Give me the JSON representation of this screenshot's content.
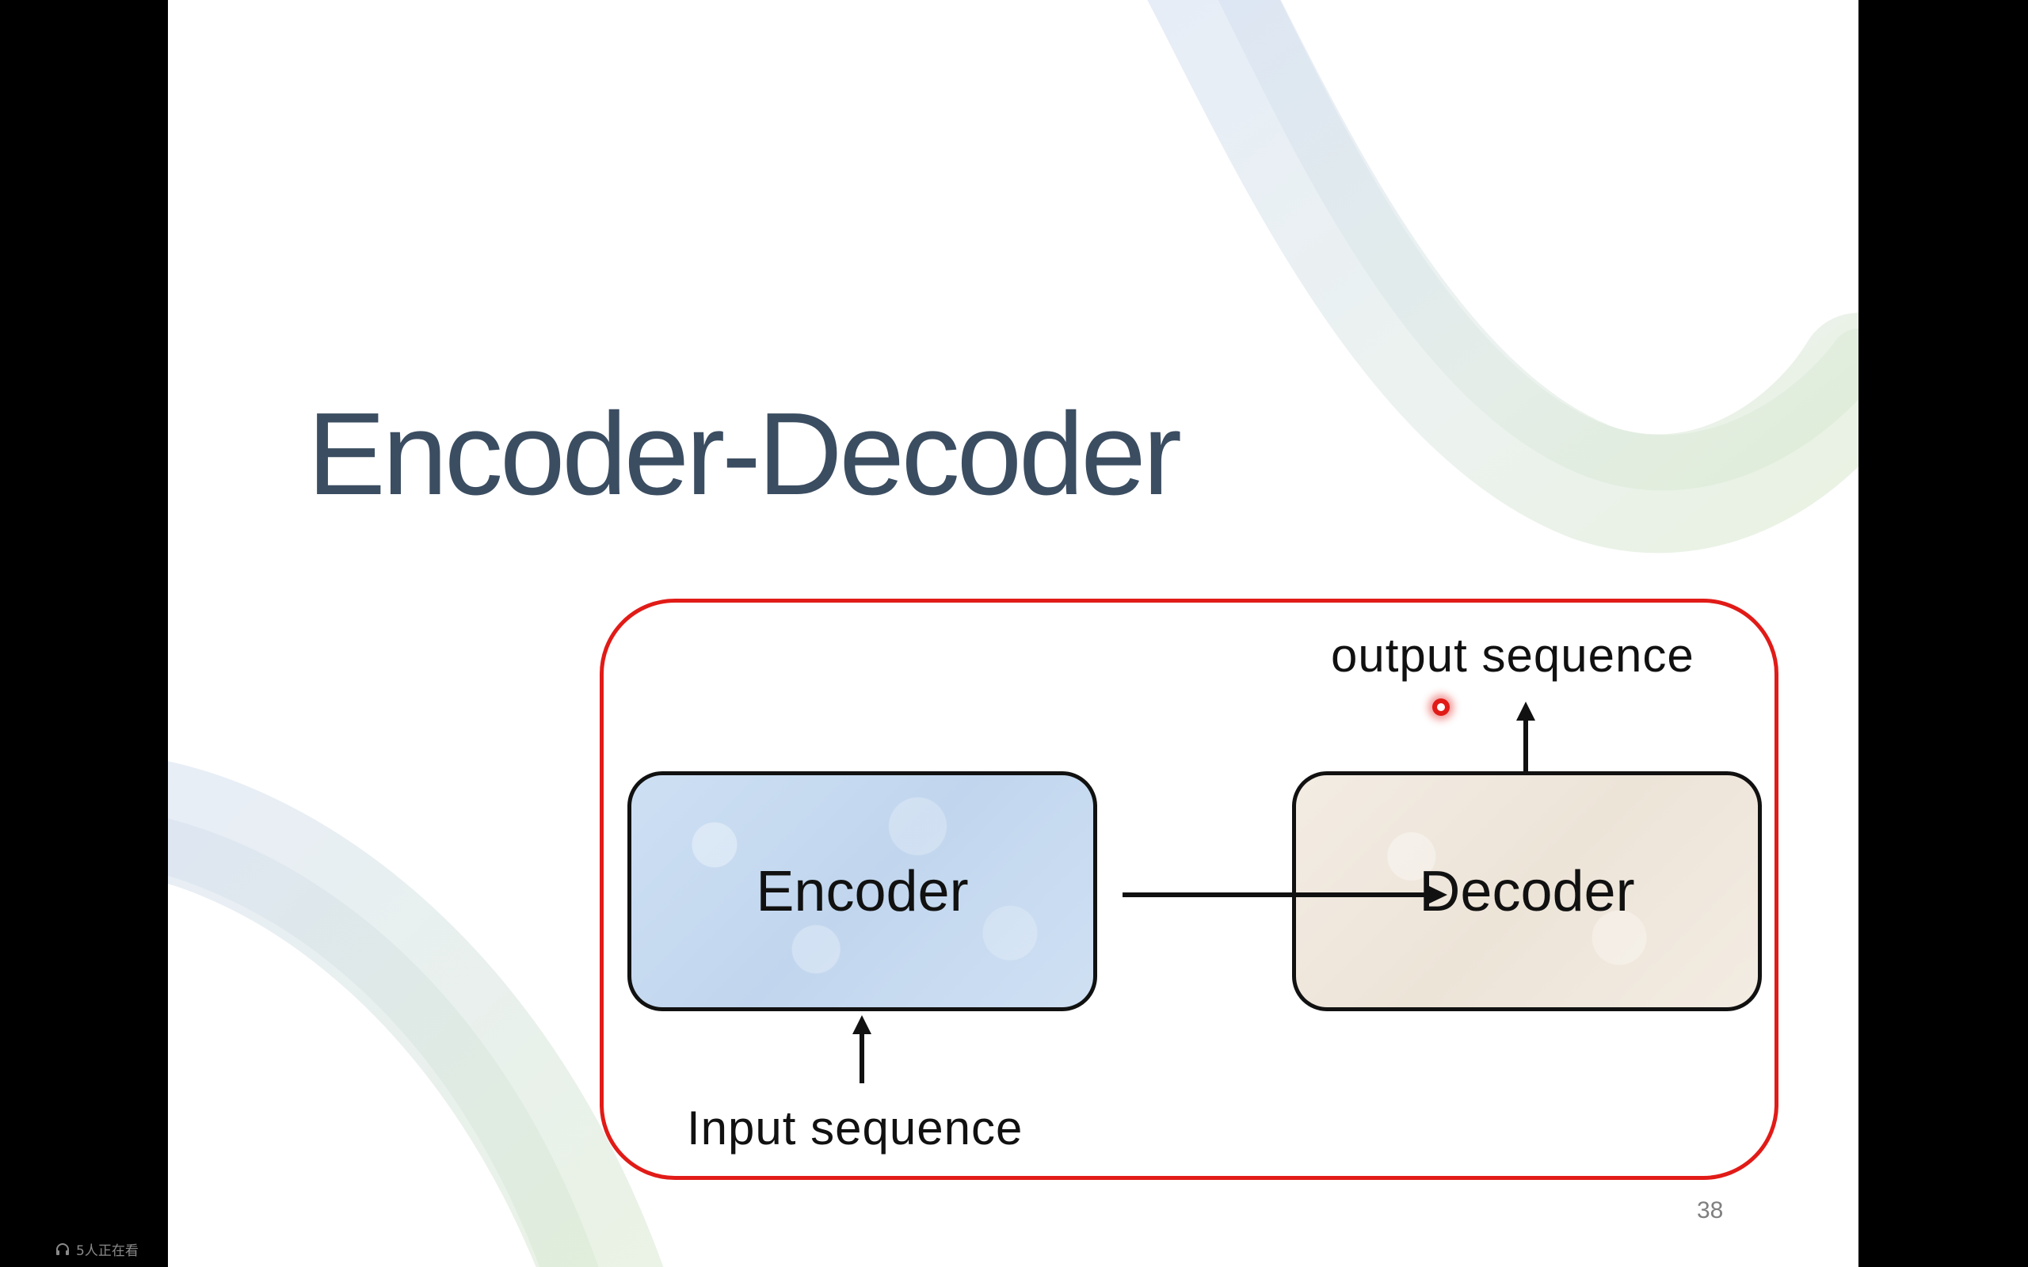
{
  "viewer": {
    "status_text": "5人正在看",
    "icon": "headphones-icon"
  },
  "slide": {
    "title": "Encoder-Decoder",
    "page_number": "38"
  },
  "diagram": {
    "frame_color": "#e11b17",
    "encoder_label": "Encoder",
    "decoder_label": "Decoder",
    "input_label": "Input sequence",
    "output_label": "output sequence",
    "encoder_fill": "#c9dcf1",
    "decoder_fill": "#f1e9df"
  },
  "colors": {
    "title": "#3b4d61",
    "laser_pointer": "#e11b17",
    "background": "#000000"
  }
}
